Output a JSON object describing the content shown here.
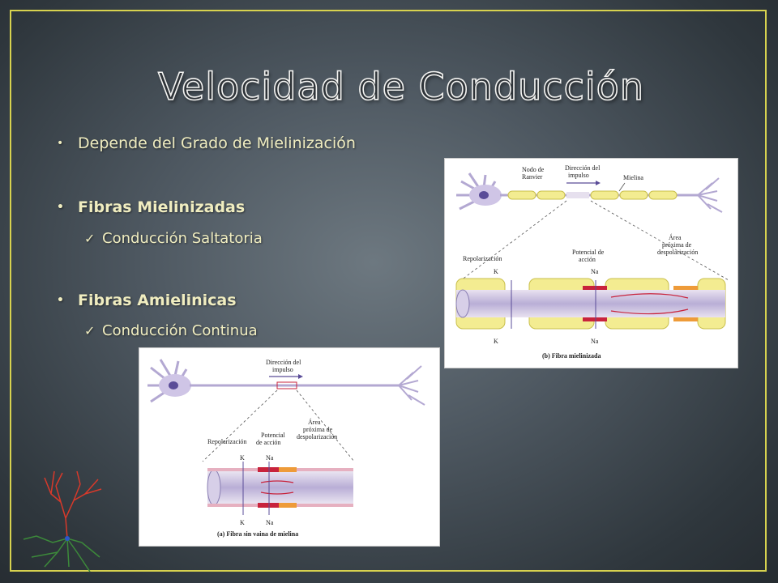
{
  "slide": {
    "title": "Velocidad de Conducción",
    "bullets": [
      {
        "text": "Depende del Grado de Mielinización",
        "bold": false
      },
      {
        "text": "Fibras Mielinizadas",
        "bold": true,
        "sub": "Conducción Saltatoria"
      },
      {
        "text": "Fibras Amielinicas",
        "bold": true,
        "sub": "Conducción Continua"
      }
    ],
    "accent_border_color": "#d7d24f",
    "text_color": "#f0edc0"
  },
  "figure_myelinated": {
    "nodo": [
      "Nodo de",
      "Ranvier"
    ],
    "direccion": [
      "Dirección del",
      "impulso"
    ],
    "mielina": "Mielina",
    "repolarizacion": "Repolarización",
    "potencial": [
      "Potencial de",
      "acción"
    ],
    "area": [
      "Área",
      "próxima de",
      "despolarización"
    ],
    "k": "K",
    "na": "Na",
    "caption": "(b) Fibra mielinizada"
  },
  "figure_unmyelinated": {
    "direccion": [
      "Dirección del",
      "impulso"
    ],
    "repolarizacion": "Repolarización",
    "potencial": [
      "Potencial",
      "de acción"
    ],
    "area": [
      "Área",
      "próxima de",
      "despolarización"
    ],
    "k": "K",
    "na": "Na",
    "caption": "(a) Fibra sin vaina de mielina"
  }
}
